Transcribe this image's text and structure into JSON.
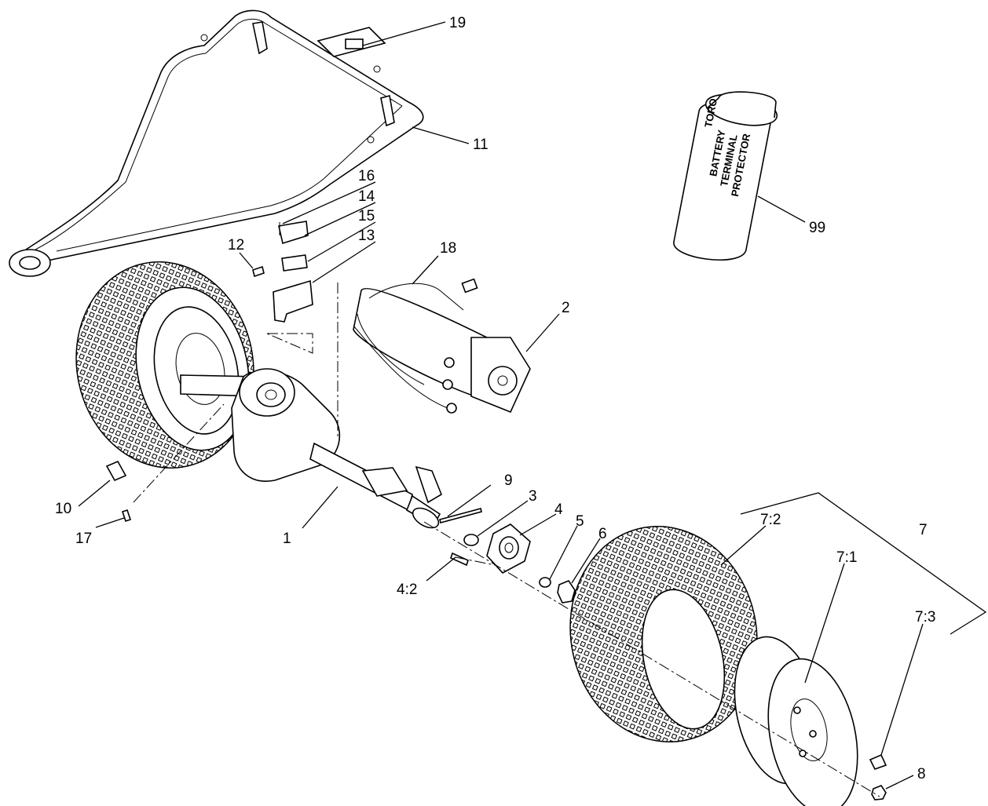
{
  "diagram": {
    "callouts": [
      {
        "id": "c19",
        "label": "19"
      },
      {
        "id": "c11",
        "label": "11"
      },
      {
        "id": "c16",
        "label": "16"
      },
      {
        "id": "c14",
        "label": "14"
      },
      {
        "id": "c15",
        "label": "15"
      },
      {
        "id": "c13",
        "label": "13"
      },
      {
        "id": "c12",
        "label": "12"
      },
      {
        "id": "c18",
        "label": "18"
      },
      {
        "id": "c2",
        "label": "2"
      },
      {
        "id": "c99",
        "label": "99"
      },
      {
        "id": "c10",
        "label": "10"
      },
      {
        "id": "c17",
        "label": "17"
      },
      {
        "id": "c1",
        "label": "1"
      },
      {
        "id": "c9",
        "label": "9"
      },
      {
        "id": "c3",
        "label": "3"
      },
      {
        "id": "c4",
        "label": "4"
      },
      {
        "id": "c5",
        "label": "5"
      },
      {
        "id": "c6",
        "label": "6"
      },
      {
        "id": "c42",
        "label": "4:2"
      },
      {
        "id": "c72",
        "label": "7:2"
      },
      {
        "id": "c7",
        "label": "7"
      },
      {
        "id": "c71",
        "label": "7:1"
      },
      {
        "id": "c73",
        "label": "7:3"
      },
      {
        "id": "c8",
        "label": "8"
      }
    ],
    "can_label": {
      "brand": "TORO",
      "line1": "BATTERY",
      "line2": "TERMINAL",
      "line3": "PROTECTOR"
    }
  }
}
